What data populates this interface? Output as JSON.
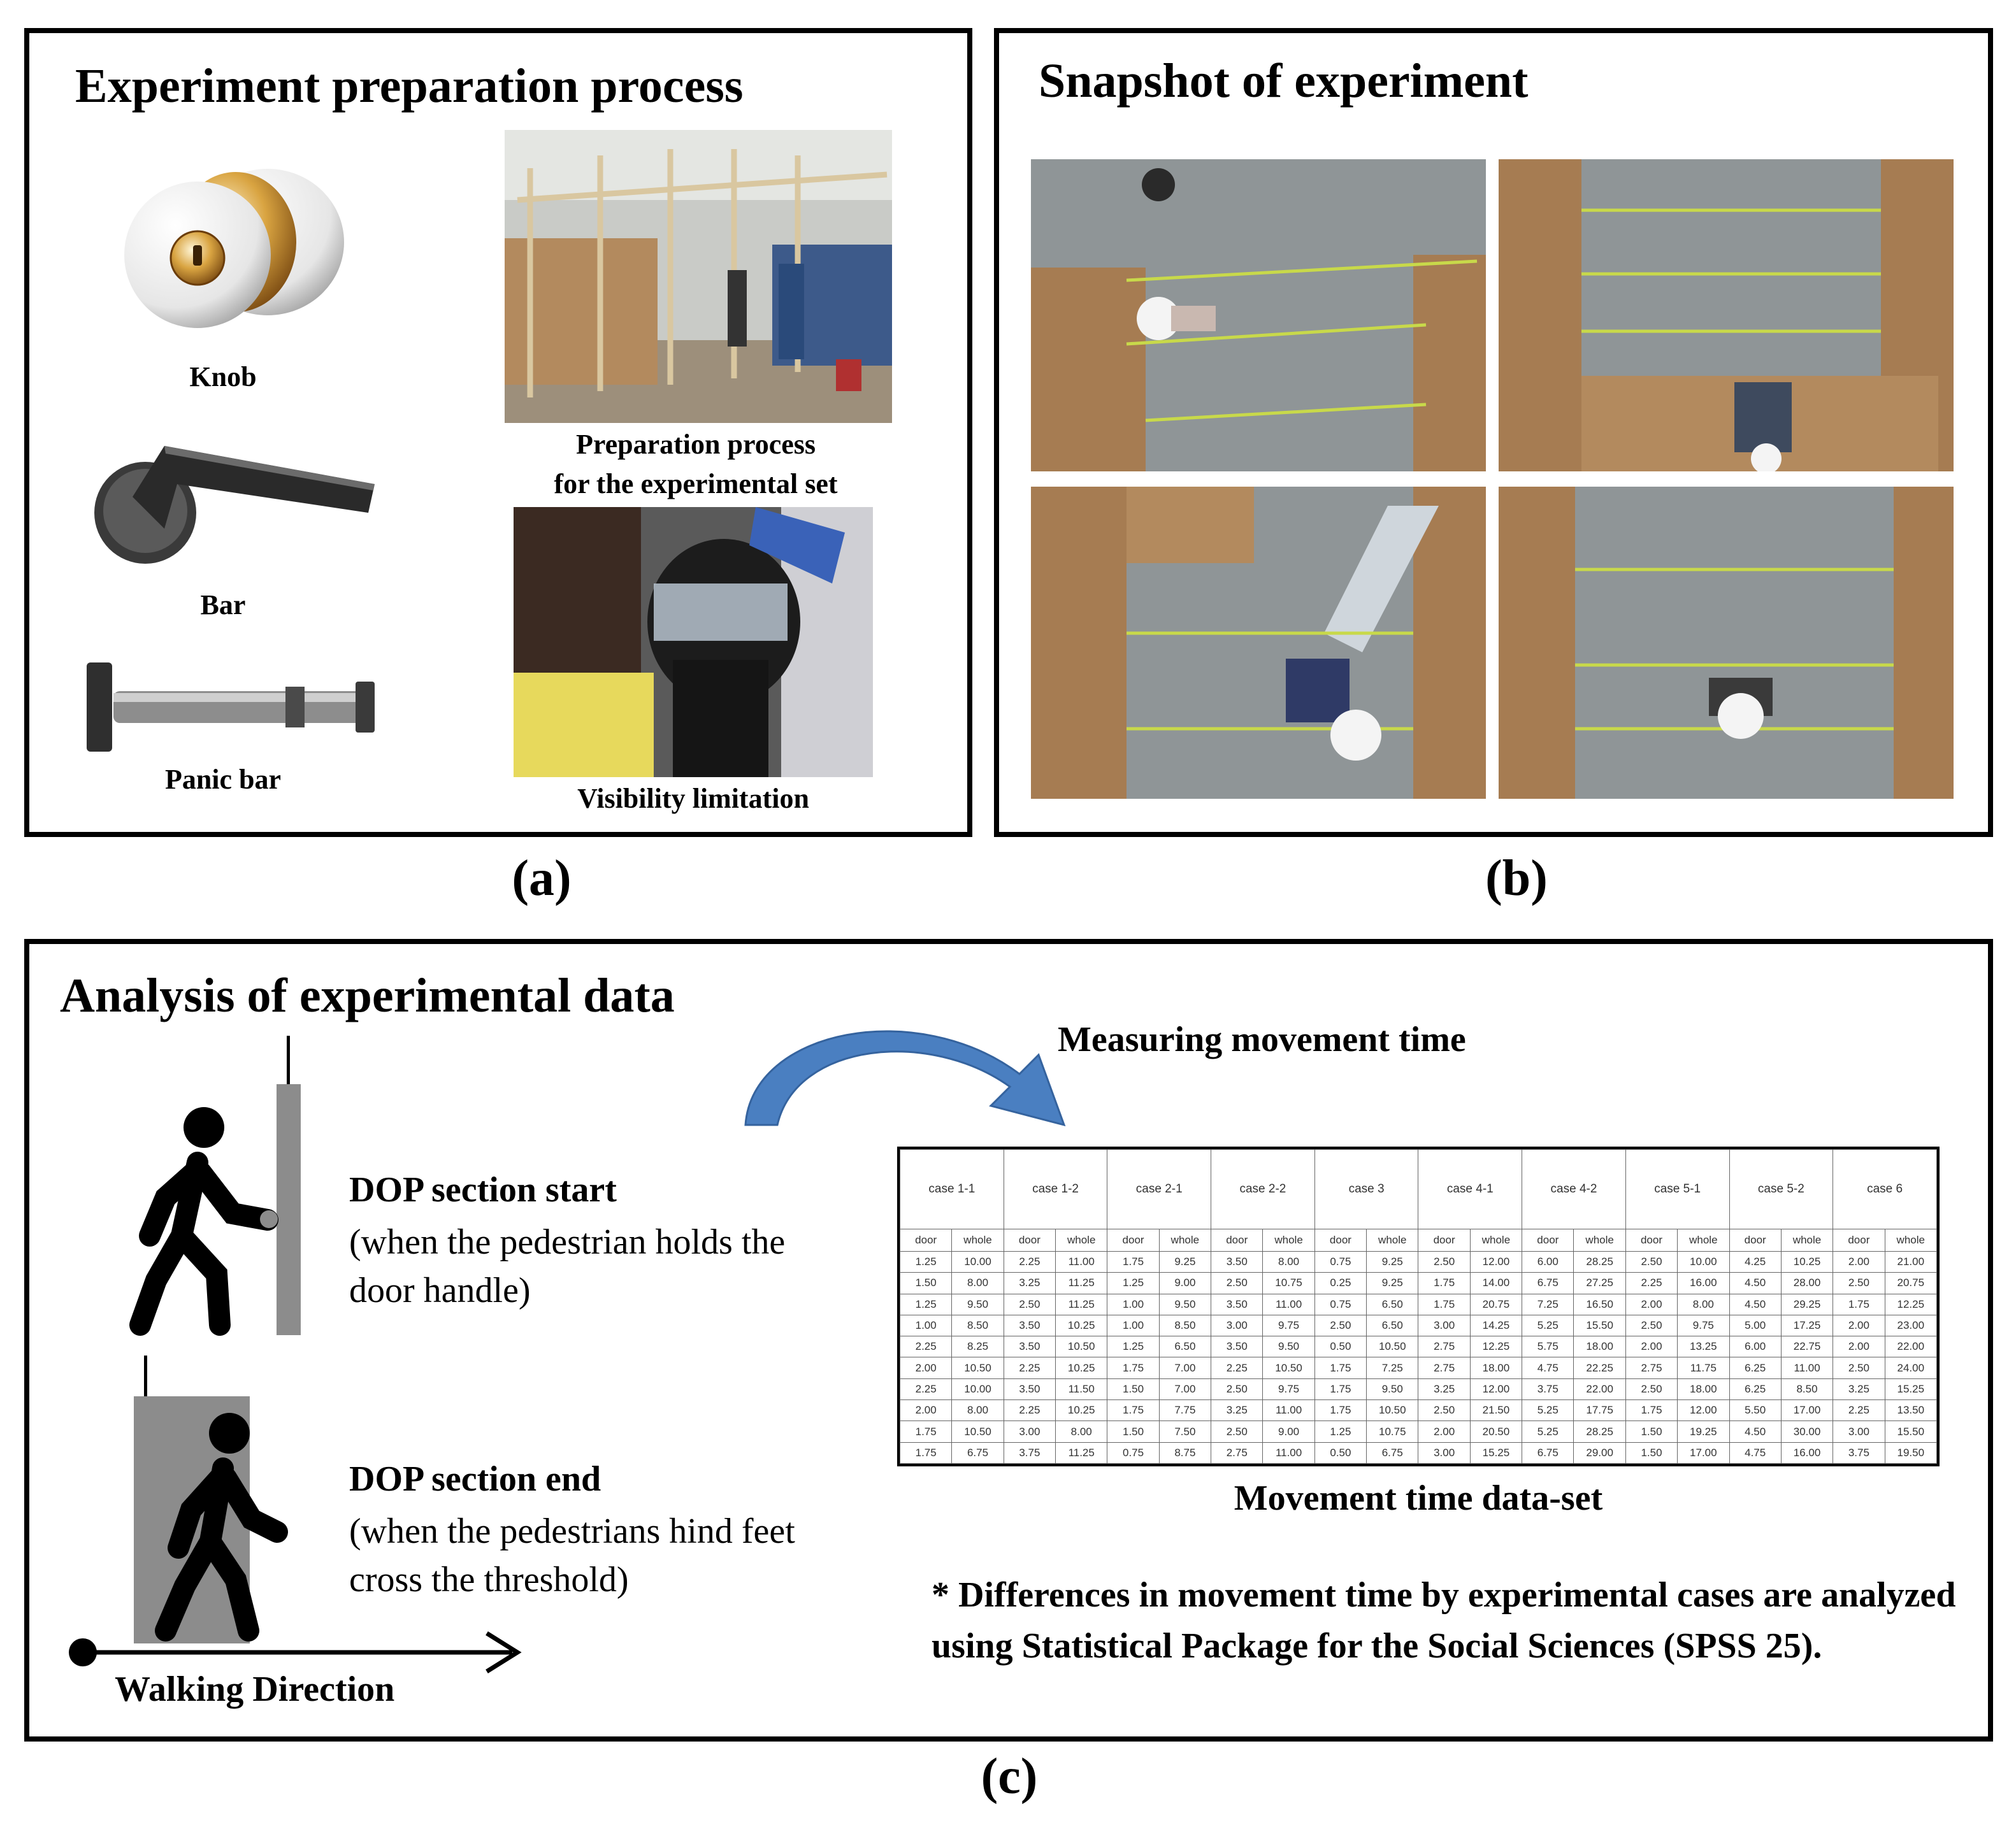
{
  "panel_a": {
    "title": "Experiment preparation process",
    "items": [
      "Knob",
      "Bar",
      "Panic bar"
    ],
    "photo_captions": [
      "Preparation process",
      "for the experimental set",
      "Visibility limitation"
    ],
    "label": "(a)"
  },
  "panel_b": {
    "title": "Snapshot of experiment",
    "label": "(b)"
  },
  "panel_c": {
    "title": "Analysis of experimental data",
    "arrow_label": "Measuring movement time",
    "dop_start_title": "DOP section start",
    "dop_start_lines": [
      "(when the pedestrian holds the",
      "door handle)"
    ],
    "dop_end_title": "DOP section end",
    "dop_end_lines": [
      "(when the pedestrians hind feet",
      "cross the threshold)"
    ],
    "walking_direction": "Walking Direction",
    "dataset_caption": "Movement time data-set",
    "note": "* Differences in movement time by experimental cases are analyzed using Statistical Package for the Social Sciences (SPSS 25).",
    "label": "(c)"
  },
  "dataset": {
    "cases": [
      "case 1-1",
      "case 1-2",
      "case 2-1",
      "case 2-2",
      "case 3",
      "case 4-1",
      "case 4-2",
      "case 5-1",
      "case 5-2",
      "case 6"
    ],
    "subheaders": [
      "door",
      "whole"
    ],
    "rows": [
      [
        "1.25",
        "10.00",
        "2.25",
        "11.00",
        "1.75",
        "9.25",
        "3.50",
        "8.00",
        "0.75",
        "9.25",
        "2.50",
        "12.00",
        "6.00",
        "28.25",
        "2.50",
        "10.00",
        "4.25",
        "10.25",
        "2.00",
        "21.00"
      ],
      [
        "1.50",
        "8.00",
        "3.25",
        "11.25",
        "1.25",
        "9.00",
        "2.50",
        "10.75",
        "0.25",
        "9.25",
        "1.75",
        "14.00",
        "6.75",
        "27.25",
        "2.25",
        "16.00",
        "4.50",
        "28.00",
        "2.50",
        "20.75"
      ],
      [
        "1.25",
        "9.50",
        "2.50",
        "11.25",
        "1.00",
        "9.50",
        "3.50",
        "11.00",
        "0.75",
        "6.50",
        "1.75",
        "20.75",
        "7.25",
        "16.50",
        "2.00",
        "8.00",
        "4.50",
        "29.25",
        "1.75",
        "12.25"
      ],
      [
        "1.00",
        "8.50",
        "3.50",
        "10.25",
        "1.00",
        "8.50",
        "3.00",
        "9.75",
        "2.50",
        "6.50",
        "3.00",
        "14.25",
        "5.25",
        "15.50",
        "2.50",
        "9.75",
        "5.00",
        "17.25",
        "2.00",
        "23.00"
      ],
      [
        "2.25",
        "8.25",
        "3.50",
        "10.50",
        "1.25",
        "6.50",
        "3.50",
        "9.50",
        "0.50",
        "10.50",
        "2.75",
        "12.25",
        "5.75",
        "18.00",
        "2.00",
        "13.25",
        "6.00",
        "22.75",
        "2.00",
        "22.00"
      ],
      [
        "2.00",
        "10.50",
        "2.25",
        "10.25",
        "1.75",
        "7.00",
        "2.25",
        "10.50",
        "1.75",
        "7.25",
        "2.75",
        "18.00",
        "4.75",
        "22.25",
        "2.75",
        "11.75",
        "6.25",
        "11.00",
        "2.50",
        "24.00"
      ],
      [
        "2.25",
        "10.00",
        "3.50",
        "11.50",
        "1.50",
        "7.00",
        "2.50",
        "9.75",
        "1.75",
        "9.50",
        "3.25",
        "12.00",
        "3.75",
        "22.00",
        "2.50",
        "18.00",
        "6.25",
        "8.50",
        "3.25",
        "15.25"
      ],
      [
        "2.00",
        "8.00",
        "2.25",
        "10.25",
        "1.75",
        "7.75",
        "3.25",
        "11.00",
        "1.75",
        "10.50",
        "2.50",
        "21.50",
        "5.25",
        "17.75",
        "1.75",
        "12.00",
        "5.50",
        "17.00",
        "2.25",
        "13.50"
      ],
      [
        "1.75",
        "10.50",
        "3.00",
        "8.00",
        "1.50",
        "7.50",
        "2.50",
        "9.00",
        "1.25",
        "10.75",
        "2.00",
        "20.50",
        "5.25",
        "28.25",
        "1.50",
        "19.25",
        "4.50",
        "30.00",
        "3.00",
        "15.50"
      ],
      [
        "1.75",
        "6.75",
        "3.75",
        "11.25",
        "0.75",
        "8.75",
        "2.75",
        "11.00",
        "0.50",
        "6.75",
        "3.00",
        "15.25",
        "6.75",
        "29.00",
        "1.50",
        "17.00",
        "4.75",
        "16.00",
        "3.75",
        "19.50"
      ]
    ]
  },
  "colors": {
    "arrow_blue": "#4a7fc1",
    "door_gray": "#8c8c8c",
    "floor_gray": "#8f9597",
    "cardboard": "#a67c52",
    "tape_green": "#c8d94a"
  }
}
